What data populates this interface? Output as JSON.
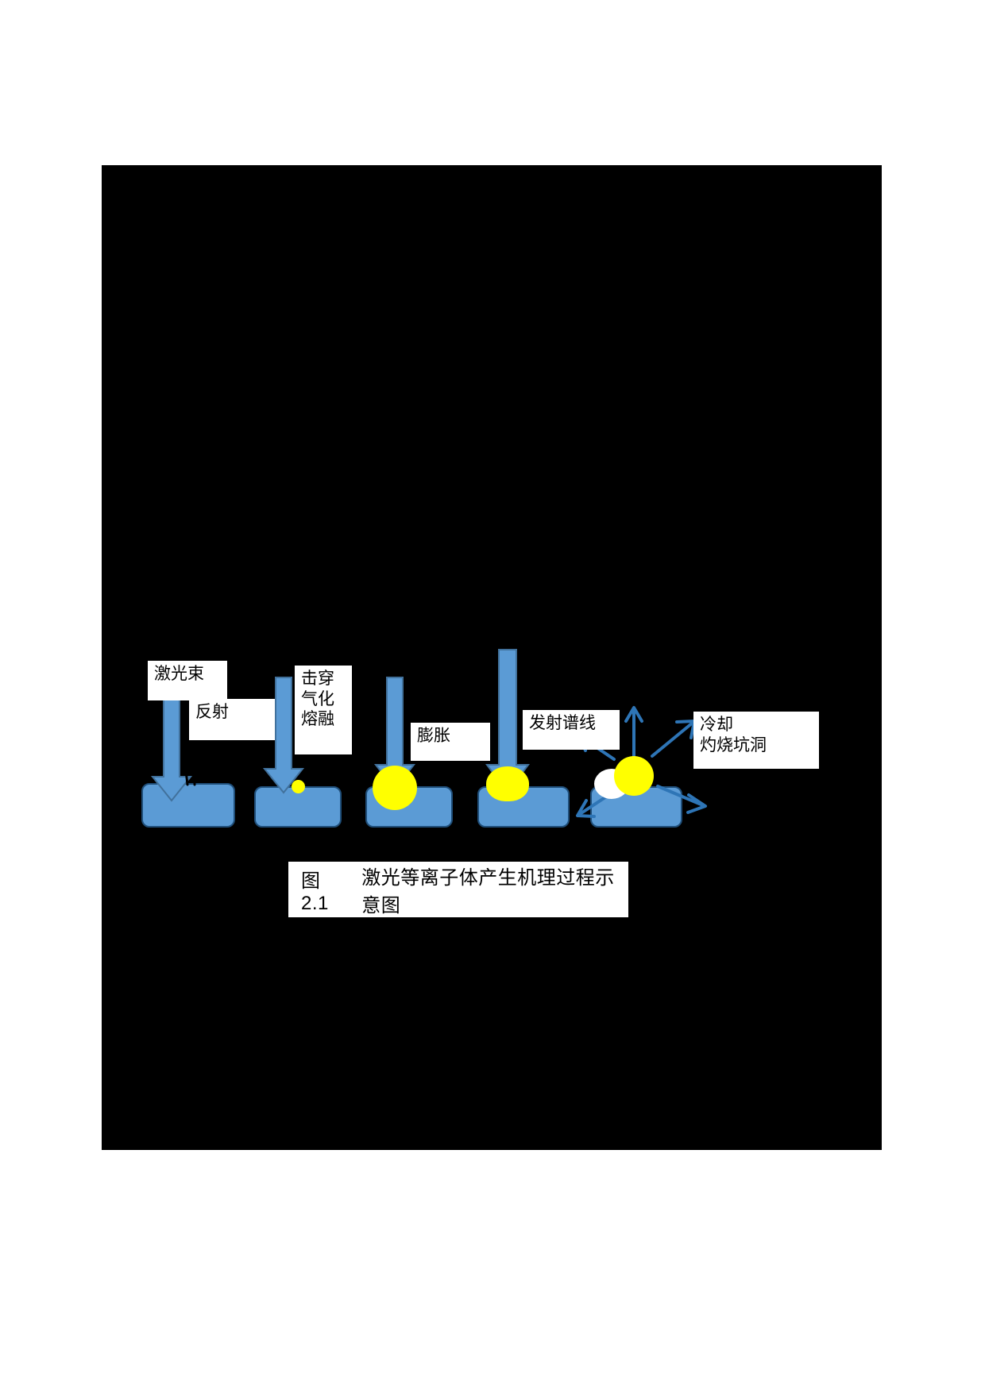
{
  "document": {
    "page_background": "#ffffff",
    "figure_background": "#000000"
  },
  "figure": {
    "caption_number": "图2.1",
    "caption_text": "激光等离子体产生机理过程示意图",
    "colors": {
      "substrate_fill": "#5b9bd5",
      "substrate_stroke": "#1f4e79",
      "plasma_fill": "#ffff00",
      "arrow_fill": "#5b9bd5",
      "arrow_stroke": "#41719c",
      "emission_arrow": "#2e75b6",
      "white_blob": "#ffffff",
      "label_background": "#ffffff",
      "label_text": "#000000"
    },
    "stages": [
      {
        "id": "stage-1",
        "labels": [
          "激光束",
          "反射"
        ],
        "description_icons": [
          "down-arrow-icon",
          "reflection-squiggle-icon",
          "substrate-block"
        ]
      },
      {
        "id": "stage-2",
        "labels": [
          "击穿\n气化\n熔融"
        ],
        "description_icons": [
          "down-arrow-icon",
          "small-plasma-dot",
          "substrate-block"
        ]
      },
      {
        "id": "stage-3",
        "labels": [
          "膨胀"
        ],
        "description_icons": [
          "down-arrow-icon",
          "large-plasma-ball",
          "substrate-block"
        ]
      },
      {
        "id": "stage-4",
        "labels": [
          "发射谱线"
        ],
        "description_icons": [
          "down-arrow-icon",
          "plasma-plume",
          "substrate-block"
        ]
      },
      {
        "id": "stage-5",
        "labels": [
          "冷却\n灼烧坑洞"
        ],
        "description_icons": [
          "radiating-arrows-icon",
          "plasma-ball",
          "white-vapor-blob",
          "substrate-block"
        ]
      }
    ],
    "label_texts": {
      "laser_beam": "激光束",
      "reflection": "反射",
      "breakdown": "击穿\n气化\n熔融",
      "expansion": "膨胀",
      "emission_lines": "发射谱线",
      "cooling": "冷却\n灼烧坑洞"
    }
  }
}
